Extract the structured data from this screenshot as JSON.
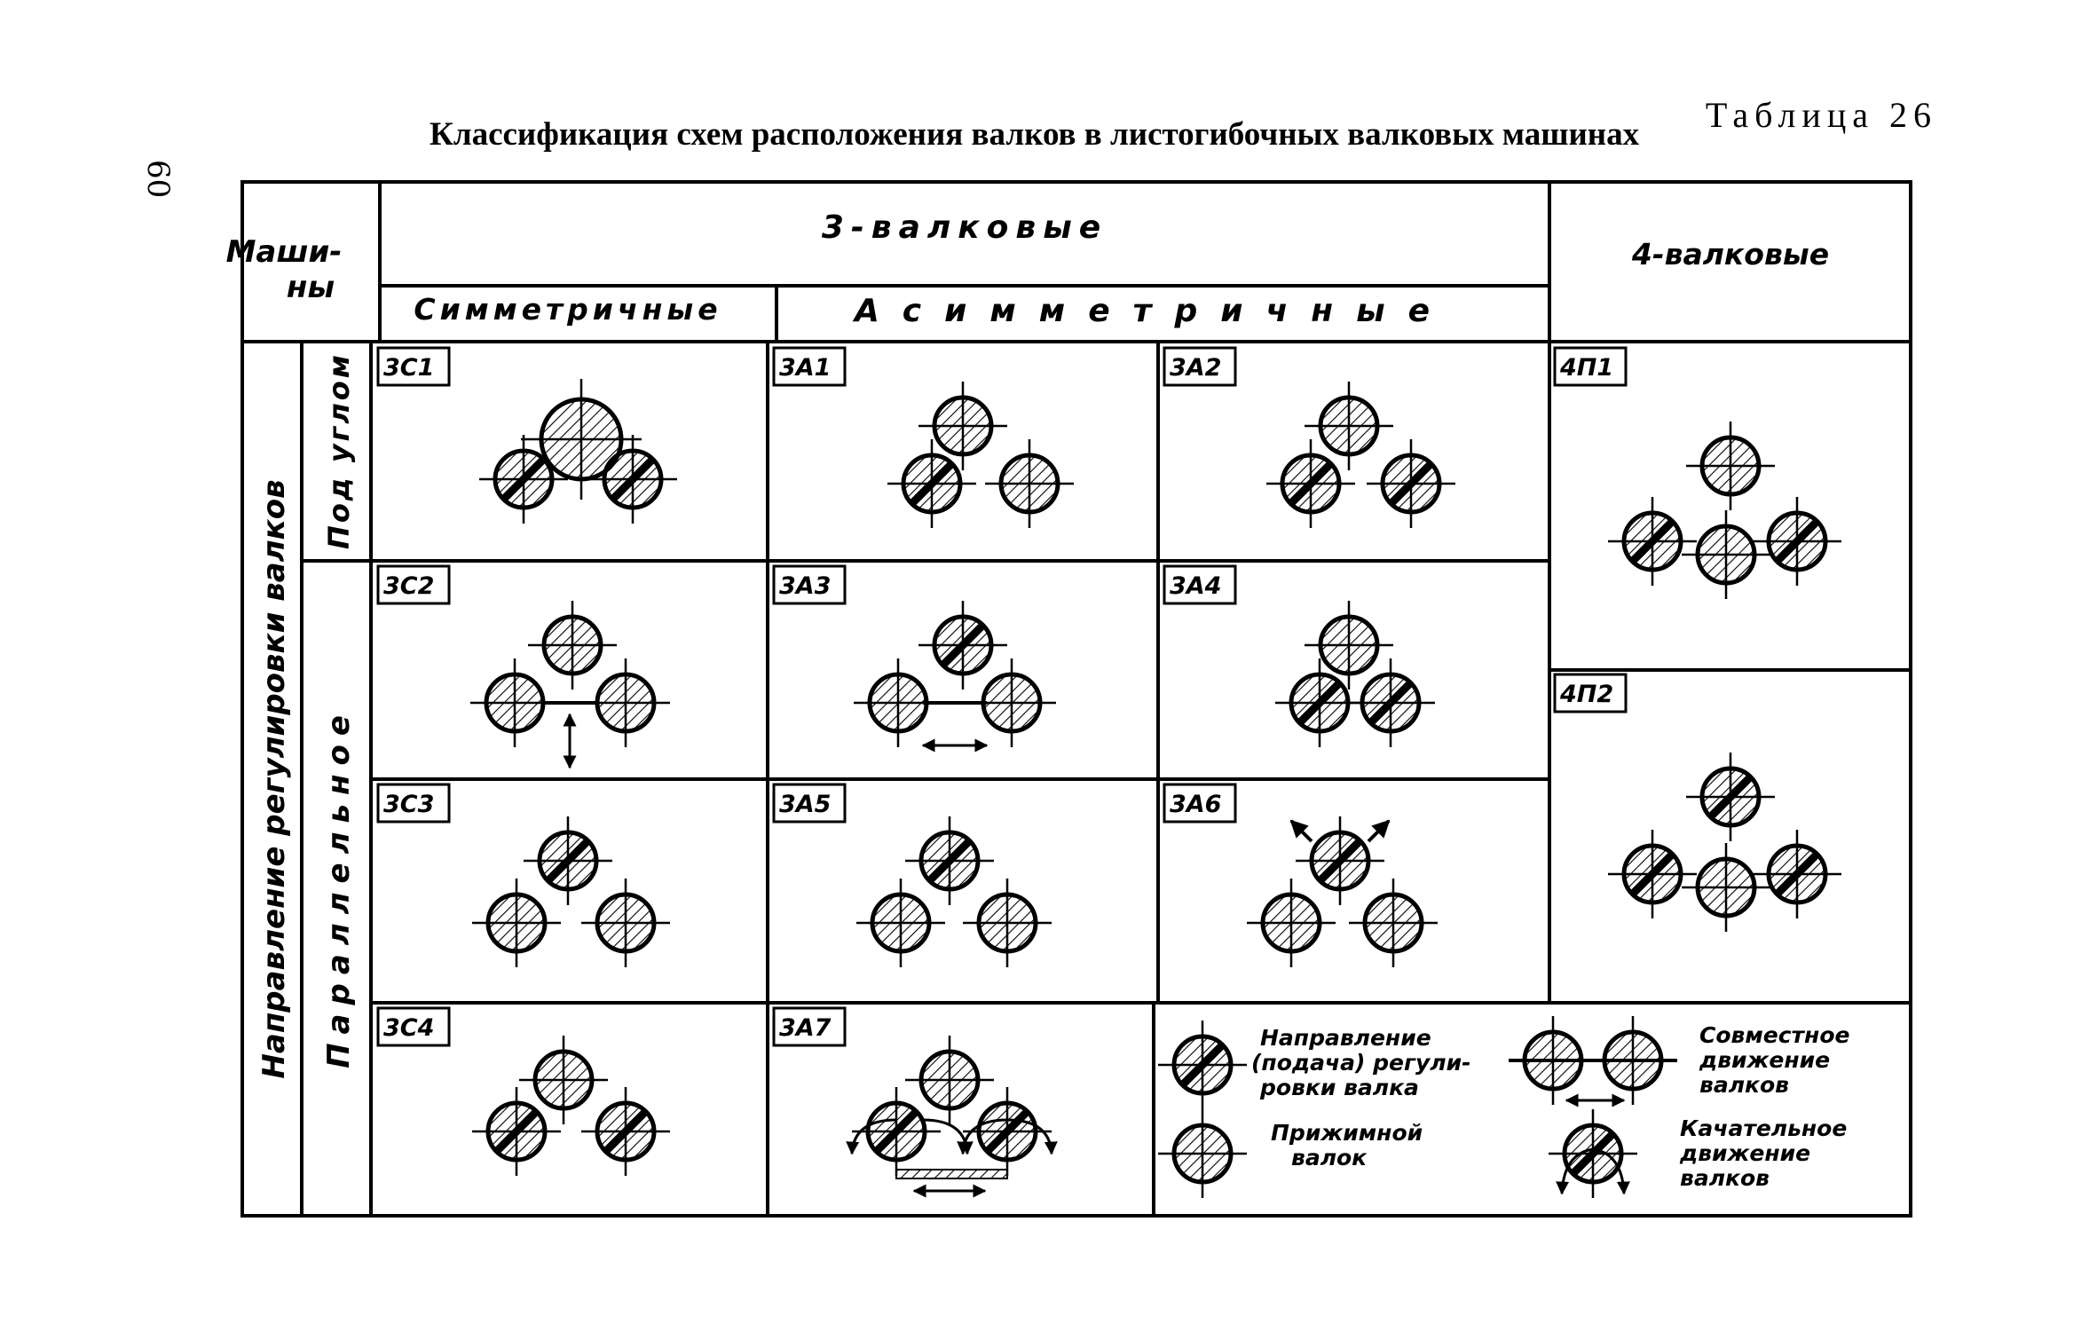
{
  "page_number": "60",
  "table_number": "Таблица 26",
  "title": "Классификация схем расположения валков в листогибочных валковых машинах",
  "header": {
    "machines": [
      "Маши-",
      "ны"
    ],
    "three_roll": "3-валковые",
    "four_roll": "4-валковые",
    "symmetric": "Симметричные",
    "asymmetric": "Асимметричные"
  },
  "row_labels": {
    "direction": "Направление регулировки валков",
    "angled": "Под углом",
    "parallel": "Параллельное"
  },
  "cells": {
    "3C1": "3С1",
    "3A1": "3А1",
    "3A2": "3А2",
    "4P1": "4П1",
    "3C2": "3С2",
    "3A3": "3А3",
    "3A4": "3А4",
    "4P2": "4П2",
    "3C3": "3С3",
    "3A5": "3А5",
    "3A6": "3А6",
    "3C4": "3С4",
    "3A7": "3А7"
  },
  "legend": {
    "direction": [
      "Направление",
      "(подача) регули-",
      "ровки валка"
    ],
    "pressure": [
      "Прижимной",
      "валок"
    ],
    "joint": [
      "Совместное",
      "движение",
      "валков"
    ],
    "swing": [
      "Качательное",
      "движение",
      "валков"
    ]
  }
}
